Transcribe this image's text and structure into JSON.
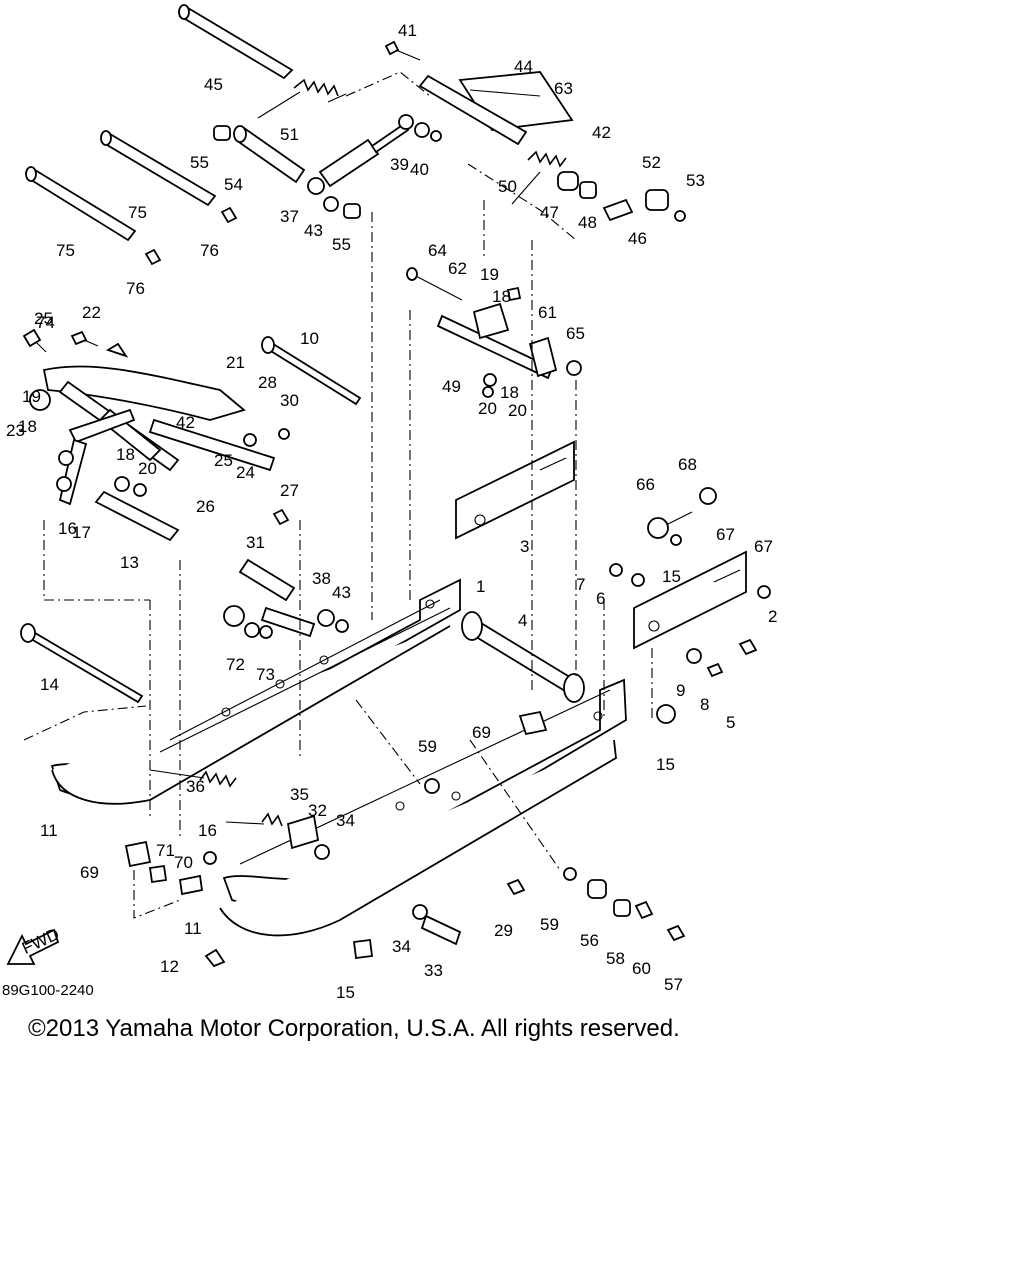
{
  "diagram": {
    "part_numbers": [
      "1",
      "2",
      "3",
      "4",
      "5",
      "6",
      "7",
      "8",
      "9",
      "10",
      "11",
      "11",
      "12",
      "13",
      "14",
      "15",
      "15",
      "15",
      "16",
      "16",
      "17",
      "18",
      "18",
      "18",
      "18",
      "19",
      "19",
      "20",
      "20",
      "20",
      "21",
      "22",
      "23",
      "24",
      "25",
      "25",
      "26",
      "27",
      "28",
      "29",
      "30",
      "31",
      "32",
      "33",
      "34",
      "34",
      "35",
      "36",
      "37",
      "38",
      "39",
      "40",
      "41",
      "42",
      "42",
      "43",
      "43",
      "44",
      "45",
      "46",
      "47",
      "48",
      "49",
      "50",
      "51",
      "52",
      "53",
      "54",
      "55",
      "55",
      "56",
      "57",
      "58",
      "59",
      "59",
      "60",
      "61",
      "62",
      "63",
      "64",
      "65",
      "66",
      "67",
      "67",
      "68",
      "69",
      "69",
      "70",
      "71",
      "72",
      "73",
      "74",
      "75",
      "75",
      "76",
      "76"
    ],
    "fwd_label": "FWD",
    "reference_code": "89G100-2240"
  },
  "footer": {
    "copyright": "©2013 Yamaha Motor Corporation, U.S.A. All rights reserved."
  }
}
